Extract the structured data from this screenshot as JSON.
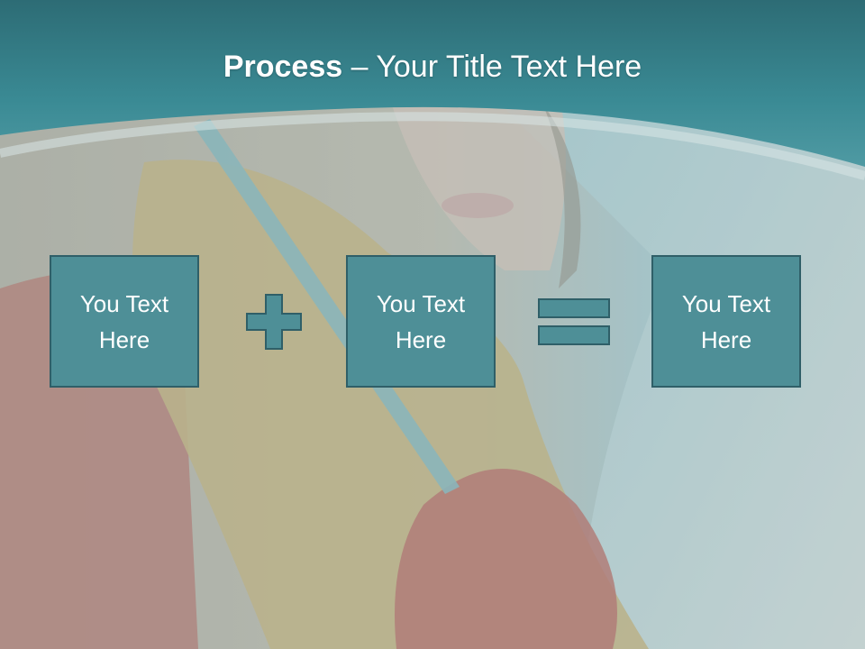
{
  "slide": {
    "title_bold": "Process",
    "title_dash": " – ",
    "title_rest": "Your Title Text Here",
    "colors": {
      "header_teal": "#2f7c86",
      "box_fill": "#4e8f97",
      "box_border": "#2f5f68",
      "text": "#ffffff"
    }
  },
  "process": {
    "boxes": [
      {
        "label": "You Text\nHere"
      },
      {
        "label": "You Text\nHere"
      },
      {
        "label": "You Text\nHere"
      }
    ],
    "operators": [
      "plus-icon",
      "equals-icon"
    ]
  }
}
